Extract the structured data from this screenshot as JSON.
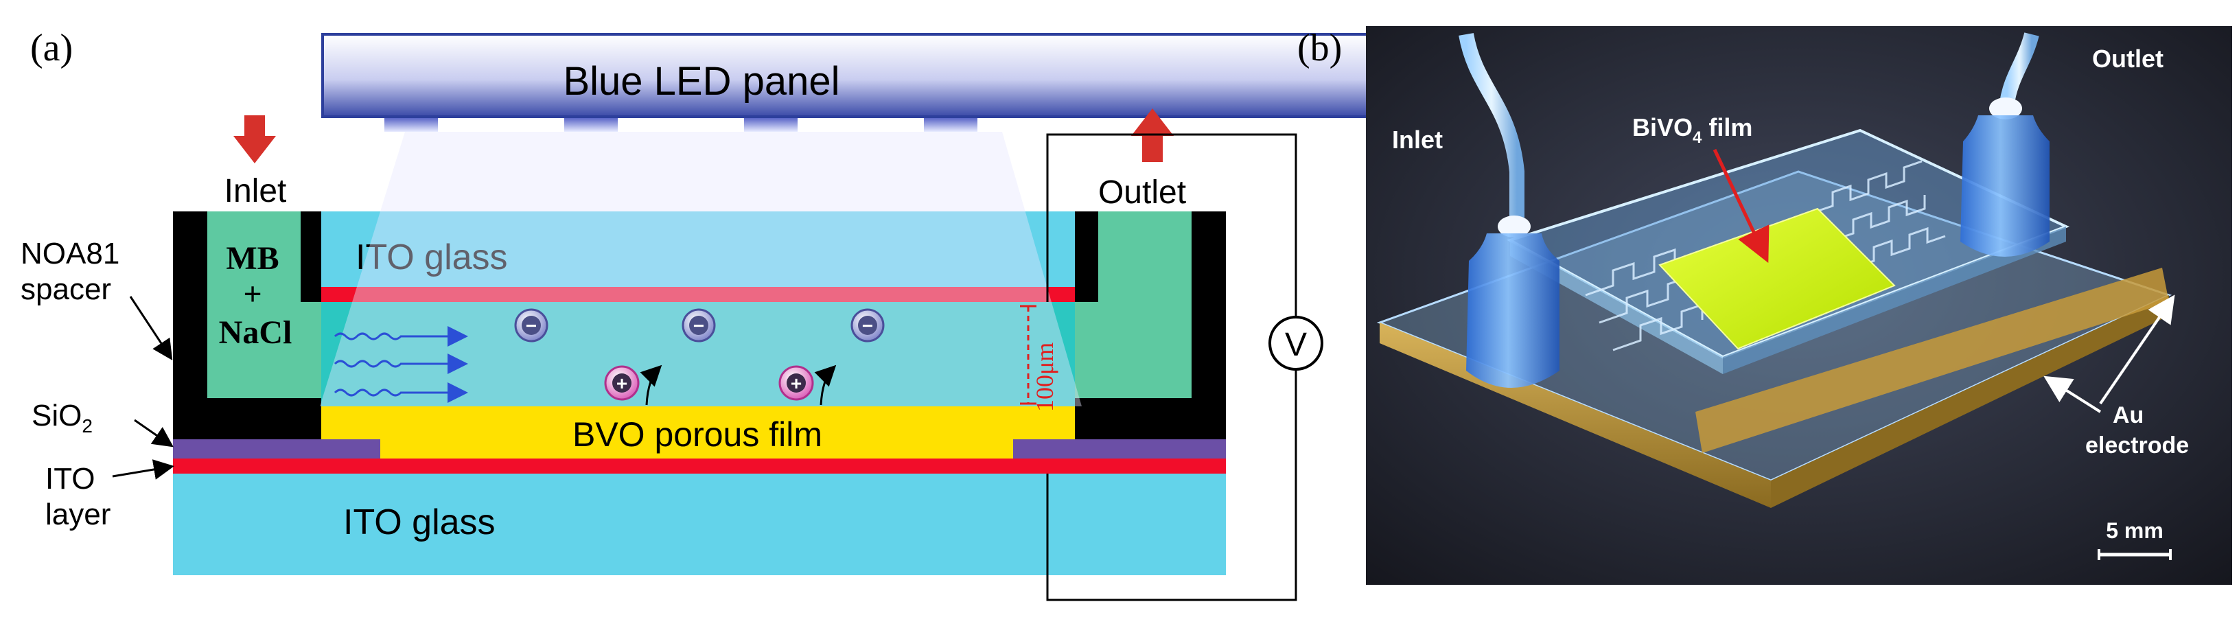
{
  "panel_a": {
    "label": "(a)",
    "led_panel": "Blue LED panel",
    "inlet": "Inlet",
    "outlet": "Outlet",
    "top_glass": "ITO glass",
    "bottom_glass": "ITO glass",
    "film": "BVO porous film",
    "solution_line1": "MB",
    "solution_line2": "+",
    "solution_line3": "NaCl",
    "gap": "100μm",
    "voltmeter": "V",
    "spacer_line1": "NOA81",
    "spacer_line2": "spacer",
    "sio2_base": "SiO",
    "sio2_sub": "2",
    "ito_layer_line1": "ITO",
    "ito_layer_line2": "layer",
    "anion": "−",
    "cation": "+"
  },
  "panel_b": {
    "label": "(b)",
    "inlet": "Inlet",
    "outlet": "Outlet",
    "film_base": "BiVO",
    "film_sub": "4",
    "film_suffix": " film",
    "electrode_line1": "Au",
    "electrode_line2": "electrode",
    "scale": "5 mm"
  },
  "colors": {
    "ito_glass": "#63d3ea",
    "electrolyte": "#2cc7c1",
    "bvo_film": "#ffe100",
    "red_layer": "#f20d2a",
    "spacer_black": "#000000",
    "spacer_green": "#5ec9a1",
    "sio2_purple": "#6b4fa6",
    "led_panel": "#2d3f9c",
    "arrow_red": "#d6312b"
  }
}
